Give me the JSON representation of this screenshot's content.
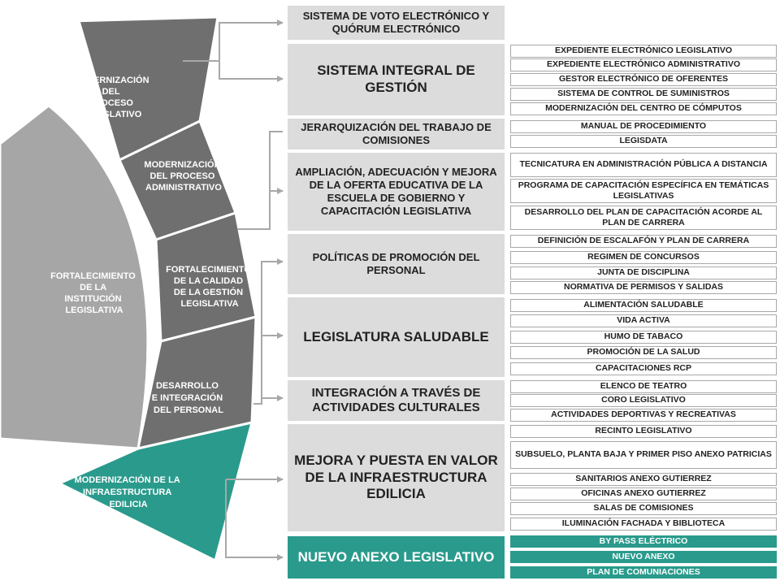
{
  "segments": {
    "s1": [
      "MODERNIZACIÓN",
      "DEL",
      "PROCESO",
      "LEGISLATIVO"
    ],
    "s2": [
      "MODERNIZACIÓN",
      "DEL PROCESO",
      "ADMINISTRATIVO"
    ],
    "s3": [
      "FORTALECIMIENTO",
      "DE LA CALIDAD",
      "DE LA GESTIÓN",
      "LEGISLATIVA"
    ],
    "s4": [
      "DESARROLLO",
      "E INTEGRACIÓN",
      "DEL PERSONAL"
    ],
    "s5": [
      "MODERNIZACIÓN DE LA",
      "INFRAESTRUCTURA",
      "EDILICIA"
    ],
    "inner": [
      "FORTALECIMIENTO",
      "DE LA",
      "INSTITUCIÓN",
      "LEGISLATIVA"
    ]
  },
  "programs": [
    "SISTEMA DE VOTO ELECTRÓNICO Y QUÓRUM ELECTRÓNICO",
    "SISTEMA INTEGRAL DE GESTIÓN",
    "JERARQUIZACIÓN DEL TRABAJO DE COMISIONES",
    "AMPLIACIÓN, ADECUACIÓN Y MEJORA DE LA OFERTA EDUCATIVA DE LA ESCUELA DE GOBIERNO Y CAPACITACIÓN LEGISLATIVA",
    "POLÍTICAS DE PROMOCIÓN DEL PERSONAL",
    "LEGISLATURA SALUDABLE",
    "INTEGRACIÓN A TRAVÉS DE ACTIVIDADES CULTURALES",
    "MEJORA Y PUESTA EN VALOR DE LA INFRAESTRUCTURA EDILICIA",
    "NUEVO ANEXO LEGISLATIVO"
  ],
  "items": [
    "EXPEDIENTE ELECTRÓNICO LEGISLATIVO",
    "EXPEDIENTE ELECTRÓNICO ADMINISTRATIVO",
    "GESTOR ELECTRÓNICO DE OFERENTES",
    "SISTEMA DE CONTROL DE SUMINISTROS",
    "MODERNIZACIÓN DEL CENTRO DE CÓMPUTOS",
    "MANUAL DE PROCEDIMIENTO",
    "LEGISDATA",
    "TECNICATURA EN ADMINISTRACIÓN PÚBLICA A DISTANCIA",
    "PROGRAMA DE CAPACITACIÓN ESPECÍFICA EN TEMÁTICAS LEGISLATIVAS",
    "DESARROLLO DEL PLAN DE CAPACITACIÓN ACORDE AL PLAN DE CARRERA",
    "DEFINICIÓN DE ESCALAFÓN Y PLAN DE CARRERA",
    "REGIMEN DE CONCURSOS",
    "JUNTA DE DISCIPLINA",
    "NORMATIVA DE PERMISOS Y SALIDAS",
    "ALIMENTACIÓN SALUDABLE",
    "VIDA ACTIVA",
    "HUMO DE TABACO",
    "PROMOCIÓN DE LA SALUD",
    "CAPACITACIONES RCP",
    "ELENCO DE TEATRO",
    "CORO LEGISLATIVO",
    "ACTIVIDADES DEPORTIVAS Y RECREATIVAS",
    "RECINTO LEGISLATIVO",
    "SUBSUELO, PLANTA BAJA Y PRIMER PISO ANEXO PATRICIAS",
    "SANITARIOS ANEXO GUTIERREZ",
    "OFICINAS ANEXO GUTIERREZ",
    "SALAS DE COMISIONES",
    "ILUMINACIÓN FACHADA Y BIBLIOTECA",
    "BY PASS ELÉCTRICO",
    "NUEVO ANEXO",
    "PLAN DE COMUNIACIONES"
  ],
  "colors": {
    "segment_dark": "#6f6f6f",
    "segment_inner": "#a6a6a6",
    "teal": "#2a9a8c",
    "box_gray": "#dcdcdc",
    "connector": "#a8a8a8"
  }
}
